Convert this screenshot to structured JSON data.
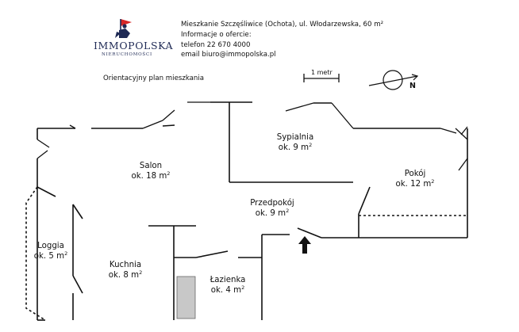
{
  "logo": {
    "name": "IMMOPOLSKA",
    "subtitle": "NIERUCHOMOŚCI",
    "flag_color": "#d62828",
    "ink_color": "#1f2a55"
  },
  "listing": {
    "address": "Mieszkanie Szczęśliwice (Ochota), ul. Włodarzewska, 60 m²",
    "offer_info_label": "Informacje o ofercie:",
    "phone": "telefon 22 670 4000",
    "email": "email biuro@immopolska.pl"
  },
  "plan": {
    "title": "Orientacyjny plan mieszkania",
    "scale_label": "1 metr",
    "north_label": "N",
    "bathroom_fill": "#c8c8c8"
  },
  "rooms": {
    "salon": {
      "name": "Salon",
      "area_label": "ok. 18 m",
      "unit_exp": "2"
    },
    "sypialnia": {
      "name": "Sypialnia",
      "area_label": "ok. 9 m",
      "unit_exp": "2"
    },
    "pokoj": {
      "name": "Pokój",
      "area_label": "ok. 12 m",
      "unit_exp": "2"
    },
    "przedpokoj": {
      "name": "Przedpokój",
      "area_label": "ok. 9 m",
      "unit_exp": "2"
    },
    "loggia": {
      "name": "Loggia",
      "area_label": "ok. 5 m",
      "unit_exp": "2"
    },
    "kuchnia": {
      "name": "Kuchnia",
      "area_label": "ok. 8 m",
      "unit_exp": "2"
    },
    "lazienka": {
      "name": "Łazienka",
      "area_label": "ok. 4 m",
      "unit_exp": "2"
    }
  }
}
